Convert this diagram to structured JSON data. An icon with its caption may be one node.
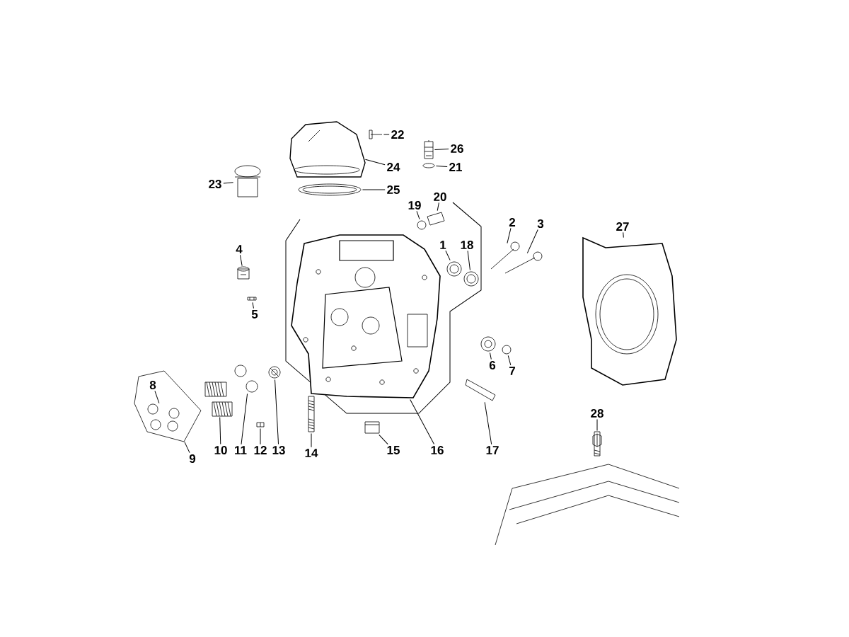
{
  "diagram": {
    "nodes": [
      {
        "text": [
          "1"
        ]
      },
      {
        "text": [
          "2"
        ]
      },
      {
        "text": [
          "3"
        ]
      },
      {
        "text": [
          "4"
        ]
      },
      {
        "text": [
          "5"
        ]
      },
      {
        "text": [
          "6"
        ]
      },
      {
        "text": [
          "7"
        ]
      },
      {
        "text": [
          "8"
        ],
        "in": 43
      },
      {
        "text": [
          "9"
        ]
      },
      {
        "text": [
          "10"
        ]
      },
      {
        "text": [
          "11"
        ]
      },
      {
        "text": [
          "12"
        ]
      },
      {
        "text": [
          "13"
        ]
      },
      {
        "text": [
          "14"
        ]
      },
      {
        "text": [
          "15"
        ]
      },
      {
        "text": [
          "16"
        ]
      },
      {
        "text": [
          "17"
        ]
      },
      {
        "text": [
          "18"
        ]
      },
      {
        "text": [
          "19"
        ]
      },
      {
        "text": [
          "20"
        ]
      },
      {
        "text": [
          "21"
        ]
      },
      {
        "text": [
          "22"
        ]
      },
      {
        "text": [
          "23"
        ]
      },
      {
        "text": [
          "24"
        ]
      },
      {
        "text": [
          "25"
        ]
      },
      {
        "text": [
          "26"
        ]
      },
      {
        "text": [
          "27"
        ]
      },
      {
        "text": [
          "28"
        ]
      },
      {
        "text": [],
        "shape": "picture"
      },
      {
        "text": [],
        "shape": "picture"
      },
      {
        "text": [],
        "shape": "picture"
      },
      {
        "text": [],
        "shape": "picture"
      },
      {
        "text": [],
        "shape": "picture"
      },
      {
        "text": [],
        "shape": "picture"
      },
      {
        "text": [],
        "shape": "picture"
      },
      {
        "text": [],
        "shape": "picture"
      },
      {
        "text": [],
        "shape": "picture"
      },
      {
        "text": [],
        "shape": "picture"
      },
      {
        "text": [],
        "shape": "picture"
      },
      {
        "text": [],
        "shape": "picture"
      },
      {
        "text": [],
        "shape": "picture"
      },
      {
        "text": [],
        "shape": "picture"
      },
      {
        "text": [],
        "shape": "picture"
      },
      {
        "text": [],
        "shape": "picture"
      },
      {
        "text": [],
        "shape": "picture",
        "in": 43
      },
      {
        "text": [],
        "shape": "picture"
      },
      {
        "text": [],
        "shape": "picture"
      },
      {
        "text": [],
        "shape": "picture"
      },
      {
        "text": [],
        "shape": "picture"
      },
      {
        "text": [],
        "shape": "picture"
      },
      {
        "text": [],
        "shape": "picture"
      },
      {
        "text": [],
        "shape": "picture"
      },
      {
        "text": [],
        "shape": "picture"
      },
      {
        "text": [],
        "shape": "picture"
      },
      {
        "text": [],
        "shape": "picture"
      },
      {
        "text": [],
        "shape": "picture"
      }
    ],
    "edges": [
      {
        "from": 0,
        "to": 37,
        "arrow": "none"
      },
      {
        "from": 1,
        "to": 39,
        "arrow": "none"
      },
      {
        "from": 2,
        "to": 40,
        "arrow": "none"
      },
      {
        "from": 3,
        "to": 41,
        "arrow": "none"
      },
      {
        "from": 4,
        "to": 42,
        "arrow": "none"
      },
      {
        "from": 5,
        "to": 48,
        "arrow": "none"
      },
      {
        "from": 6,
        "to": 49,
        "arrow": "none"
      },
      {
        "from": 7,
        "to": 44,
        "arrow": "none"
      },
      {
        "from": 8,
        "to": 43,
        "arrow": "none"
      },
      {
        "from": 9,
        "to": 45,
        "arrow": "none"
      },
      {
        "from": 10,
        "to": 46,
        "arrow": "none"
      },
      {
        "from": 11,
        "to": 50,
        "arrow": "none"
      },
      {
        "from": 12,
        "to": 47,
        "arrow": "none"
      },
      {
        "from": 13,
        "to": 51,
        "arrow": "none"
      },
      {
        "from": 14,
        "to": 52,
        "arrow": "none"
      },
      {
        "from": 15,
        "to": 36,
        "arrow": "none"
      },
      {
        "from": 16,
        "to": 53,
        "arrow": "none"
      },
      {
        "from": 17,
        "to": 38,
        "arrow": "none"
      },
      {
        "from": 18,
        "to": 34,
        "arrow": "none"
      },
      {
        "from": 19,
        "to": 35,
        "arrow": "none"
      },
      {
        "from": 20,
        "to": 31,
        "arrow": "none"
      },
      {
        "from": 21,
        "to": 28,
        "arrow": "none"
      },
      {
        "from": 22,
        "to": 32,
        "arrow": "none"
      },
      {
        "from": 23,
        "to": 30,
        "arrow": "none"
      },
      {
        "from": 24,
        "to": 33,
        "arrow": "none"
      },
      {
        "from": 25,
        "to": 29,
        "arrow": "none"
      },
      {
        "from": 26,
        "to": 54,
        "arrow": "none"
      },
      {
        "from": 27,
        "to": 55,
        "arrow": "none"
      }
    ]
  }
}
